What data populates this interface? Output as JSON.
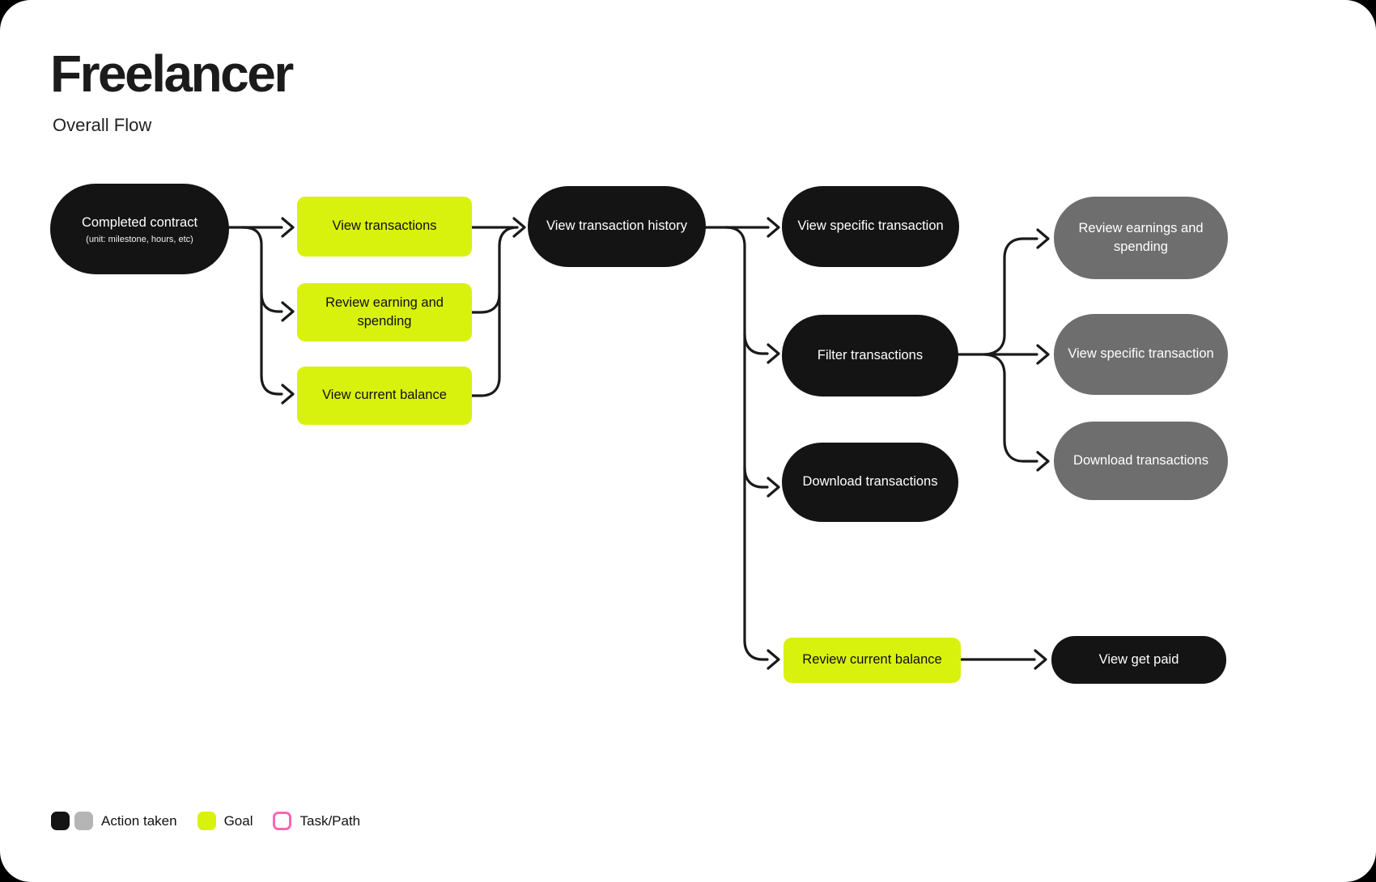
{
  "header": {
    "title": "Freelancer",
    "subtitle": "Overall Flow"
  },
  "colors": {
    "action_black": "#141414",
    "action_gray": "#6e6e6e",
    "goal_yellow": "#d9f20d",
    "path_pink": "#f767b0",
    "connector": "#1a1a1a",
    "canvas": "#ffffff"
  },
  "nodes": {
    "completed_contract": {
      "title": "Completed contract",
      "subtitle": "(unit: milestone, hours, etc)",
      "type": "action-taken"
    },
    "view_transactions": {
      "label": "View transactions",
      "type": "goal"
    },
    "review_earning_spending": {
      "label": "Review earning and spending",
      "type": "goal"
    },
    "view_current_balance": {
      "label": "View current balance",
      "type": "goal"
    },
    "view_transaction_history": {
      "label": "View transaction history",
      "type": "action-taken"
    },
    "view_specific_transaction": {
      "label": "View specific transaction",
      "type": "action-taken"
    },
    "filter_transactions": {
      "label": "Filter transactions",
      "type": "action-taken"
    },
    "download_transactions": {
      "label": "Download transactions",
      "type": "action-taken"
    },
    "review_current_balance": {
      "label": "Review current balance",
      "type": "goal"
    },
    "review_earnings_spending_2": {
      "label": "Review earnings and spending",
      "type": "action-taken-secondary"
    },
    "view_specific_transaction_2": {
      "label": "View specific transaction",
      "type": "action-taken-secondary"
    },
    "download_transactions_2": {
      "label": "Download transactions",
      "type": "action-taken-secondary"
    },
    "view_get_paid": {
      "label": "View get paid",
      "type": "action-taken"
    }
  },
  "edges": [
    {
      "from": "completed_contract",
      "to": "view_transactions"
    },
    {
      "from": "completed_contract",
      "to": "review_earning_spending"
    },
    {
      "from": "completed_contract",
      "to": "view_current_balance"
    },
    {
      "from": "view_transactions",
      "to": "view_transaction_history"
    },
    {
      "from": "review_earning_spending",
      "to": "view_transaction_history"
    },
    {
      "from": "view_current_balance",
      "to": "view_transaction_history"
    },
    {
      "from": "view_transaction_history",
      "to": "view_specific_transaction"
    },
    {
      "from": "view_transaction_history",
      "to": "filter_transactions"
    },
    {
      "from": "view_transaction_history",
      "to": "download_transactions"
    },
    {
      "from": "view_transaction_history",
      "to": "review_current_balance"
    },
    {
      "from": "filter_transactions",
      "to": "review_earnings_spending_2"
    },
    {
      "from": "filter_transactions",
      "to": "view_specific_transaction_2"
    },
    {
      "from": "filter_transactions",
      "to": "download_transactions_2"
    },
    {
      "from": "review_current_balance",
      "to": "view_get_paid"
    }
  ],
  "legend": {
    "action_taken": "Action taken",
    "goal": "Goal",
    "task_path": "Task/Path"
  }
}
